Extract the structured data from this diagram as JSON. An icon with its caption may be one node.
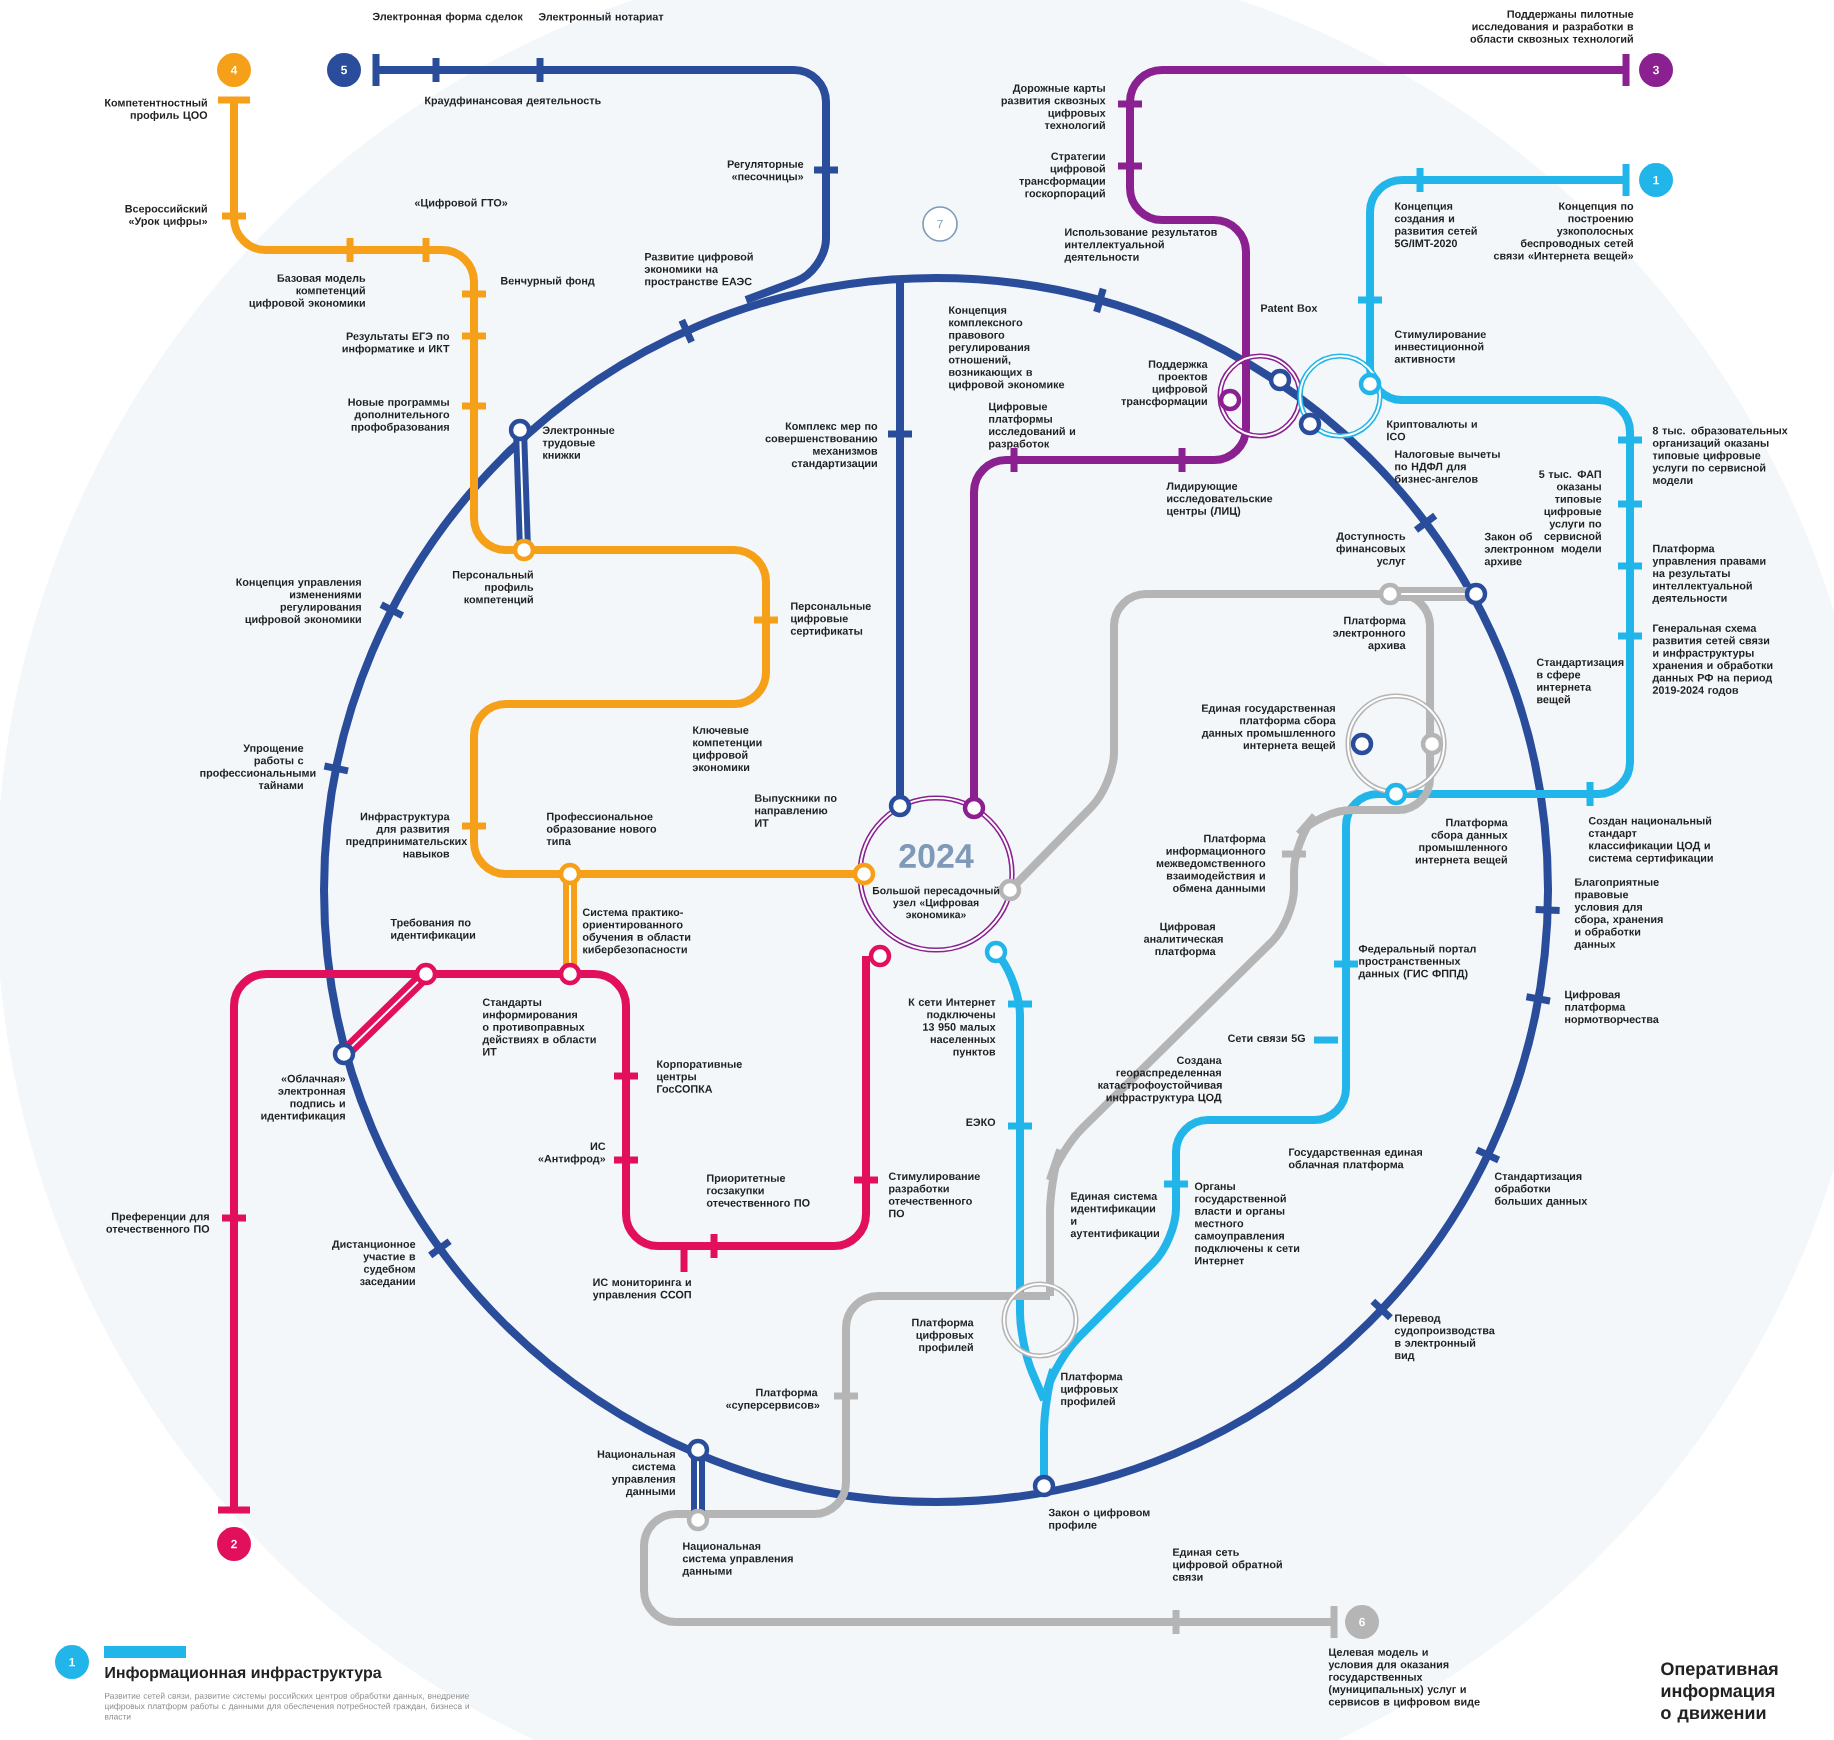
{
  "diagram": {
    "labels": [
      "5",
      "Электронная форма сделок",
      "Электронный нотариат",
      "Краудфинансовая деятельность",
      "Регуляторные «песочницы»",
      "4",
      "Компетентностный профиль ЦОО",
      "Всероссийский «Урок цифры»",
      "«Цифровой ГТО»",
      "Поддержаны пилотные исследования и разработки в области сквозных технологий",
      "3",
      "Дорожные карты развития сквозных цифровых технологий",
      "Стратегии цифровой трансформации госкорпораций",
      "1",
      "Концепция создания и развития сетей 5G/IMT-2020",
      "Концепция по построению узкополосных беспроводных сетей связи «Интернета вещей»",
      "Базовая модель компетенций цифровой экономики",
      "Венчурный фонд",
      "Развитие цифровой экономики на пространстве ЕАЭС",
      "Использование результатов интеллектуальной деятельности",
      "Концепция комплексного правового регулирования отношений, возникающих в цифровой экономике",
      "Patent Box",
      "Стимулирование инвестиционной активности",
      "Результаты ЕГЭ по информатике и ИКТ",
      "Новые программы дополнительного профобразования",
      "Поддержка проектов цифровой трансформации",
      "Цифровые платформы исследований и разработок",
      "Криптовалюты и ICO",
      "Налоговые вычеты по НДФЛ для бизнес-ангелов",
      "8 тыс. образовательных организаций оказаны типовые цифровые услуги по сервисной модели",
      "5 тыс. ФАП оказаны типовые цифровые услуги по сервисной модели",
      "Комплекс мер по совершенствованию механизмов стандартизации",
      "Электронные трудовые книжки",
      "Лидирующие исследовательские центры (ЛИЦ)",
      "Доступность финансовых услуг",
      "Закон об электронном архиве",
      "Платформа управления правами на результаты интеллектуальной деятельности",
      "Концепция управления изменениями регулирования цифровой экономики",
      "Персональный профиль компетенций",
      "Персональные цифровые сертификаты",
      "Платформа электронного архива",
      "Генеральная схема развития сетей связи и инфраструктуры хранения и обработки данных РФ на период 2019-2024 годов",
      "Стандартизация в сфере интернета вещей",
      "Единая государственная платформа сбора данных промышленного интернета вещей",
      "Ключевые компетенции цифровой экономики",
      "Упрощение работы с профессиональными тайнами",
      "Выпускники по направлению ИТ",
      "Инфраструктура для развития предпринимательских навыков",
      "Профессиональное образование нового типа",
      "2024",
      "Большой пересадочный узел «Цифровая экономика»",
      "Платформа сбора данных промышленного интернета вещей",
      "Создан национальный стандарт классификации ЦОД и система сертификации",
      "Платформа информационного межведомственного взаимодействия и обмена данными",
      "Благоприятные правовые условия для сбора, хранения и обработки данных",
      "Система практико-ориентированного обучения в области кибербезопасности",
      "Требования по идентификации",
      "Цифровая аналитическая платформа",
      "Федеральный портал пространственных данных (ГИС ФППД)",
      "Цифровая платформа нормотворчества",
      "Стандарты информирования о противоправных действиях в области ИТ",
      "К сети Интернет подключены 13 950 малых населенных пунктов",
      "Сети связи 5G",
      "Корпоративные центры ГосСОПКА",
      "Создана геораспределенная катастрофоустойчивая инфраструктура ЦОД",
      "«Облачная» электронная подпись и идентификация",
      "ЕЭКО",
      "ИС «Антифрод»",
      "Государственная единая облачная платформа",
      "Стандартизация обработки больших данных",
      "Приоритетные госзакупки отечественного ПО",
      "Стимулирование разработки отечественного ПО",
      "Органы государственной власти и органы местного самоуправления подключены к сети Интернет",
      "Единая система идентификации и аутентификации",
      "Преференции для отечественного ПО",
      "Дистанционное участие в судебном заседании",
      "ИС мониторинга и управления ССОП",
      "Перевод судопроизводства в электронный вид",
      "Платформа «суперсервисов»",
      "Платформа цифровых профилей",
      "Платформа цифровых профилей",
      "Национальная система управления данными",
      "Закон о цифровом профиле",
      "Национальная система управления данными",
      "Единая сеть цифровой обратной связи",
      "2",
      "6",
      "Целевая модель и условия для оказания государственных (муниципальных) услуг и сервисов в цифровом виде",
      "1",
      "Развитие сетей связи, развитие системы российских центров обработки данных, внедрение цифровых платформ работы с данными для обеспечения потребностей граждан, бизнеса и власти",
      "Оперативная информация о движении",
      "7"
    ],
    "legend": [
      {
        "text": "Информационная инфраструктура",
        "color": "#22b5ea"
      }
    ]
  }
}
